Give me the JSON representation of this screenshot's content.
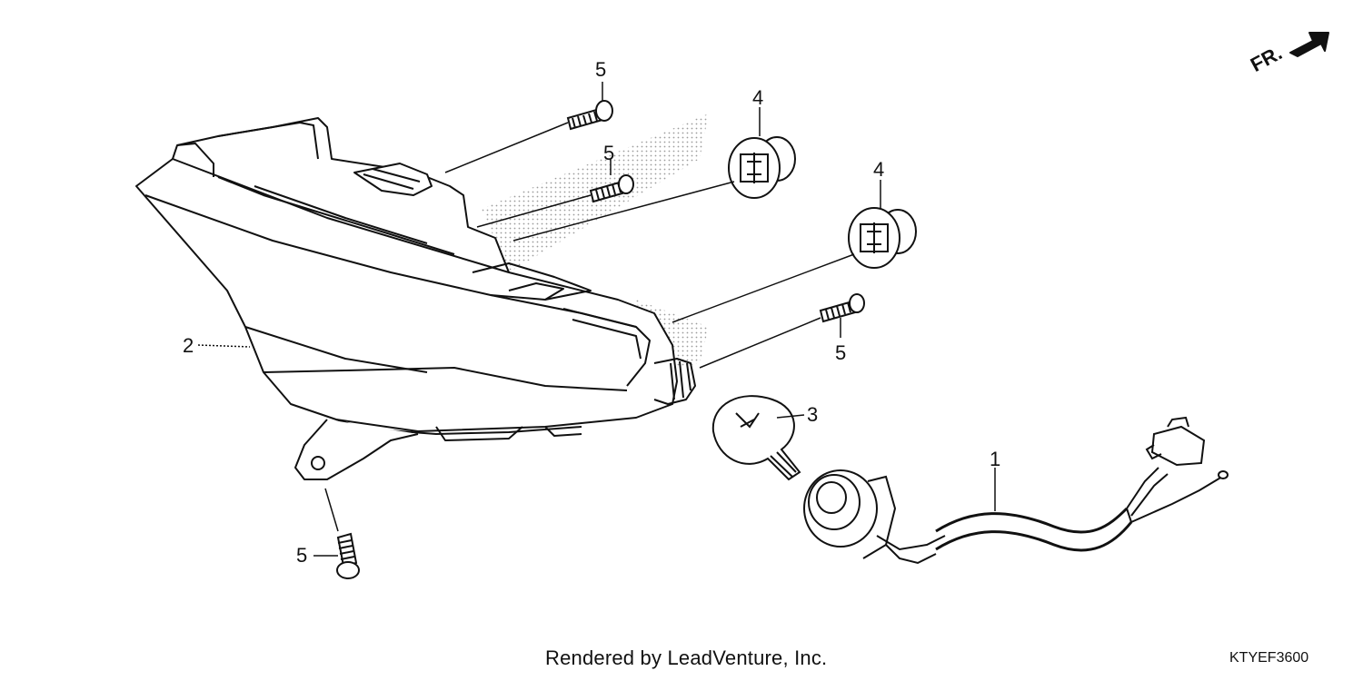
{
  "diagram": {
    "callouts": {
      "screw_top": "5",
      "screw_mid": "5",
      "screw_right": "5",
      "screw_bottom": "5",
      "grommet_top": "4",
      "grommet_right": "4",
      "housing": "2",
      "bulb": "3",
      "socket_harness": "1"
    },
    "direction_label": "FR.",
    "footer": {
      "credit": "Rendered by LeadVenture, Inc.",
      "code": "KTYEF3600"
    },
    "colors": {
      "line": "#111111",
      "stipple": "#9a9a9a",
      "background": "#ffffff"
    },
    "icons": [
      "front-direction-arrow-icon"
    ]
  }
}
